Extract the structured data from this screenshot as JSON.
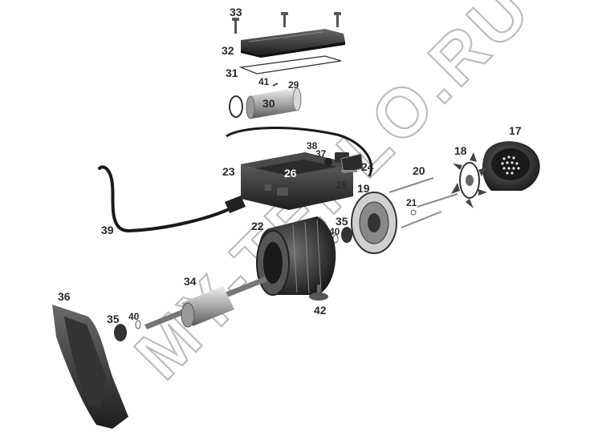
{
  "watermark": "MY-TEPLO.RU",
  "labels": {
    "l17": "17",
    "l18": "18",
    "l19": "19",
    "l20": "20",
    "l21": "21",
    "l22": "22",
    "l23": "23",
    "l24": "24",
    "l25": "25",
    "l26": "26",
    "l29": "29",
    "l30": "30",
    "l31": "31",
    "l32": "32",
    "l33": "33",
    "l34": "34",
    "l35a": "35",
    "l35b": "35",
    "l36": "36",
    "l37": "37",
    "l38": "38",
    "l39": "39",
    "l40a": "40",
    "l40b": "40",
    "l41": "41",
    "l42": "42"
  }
}
